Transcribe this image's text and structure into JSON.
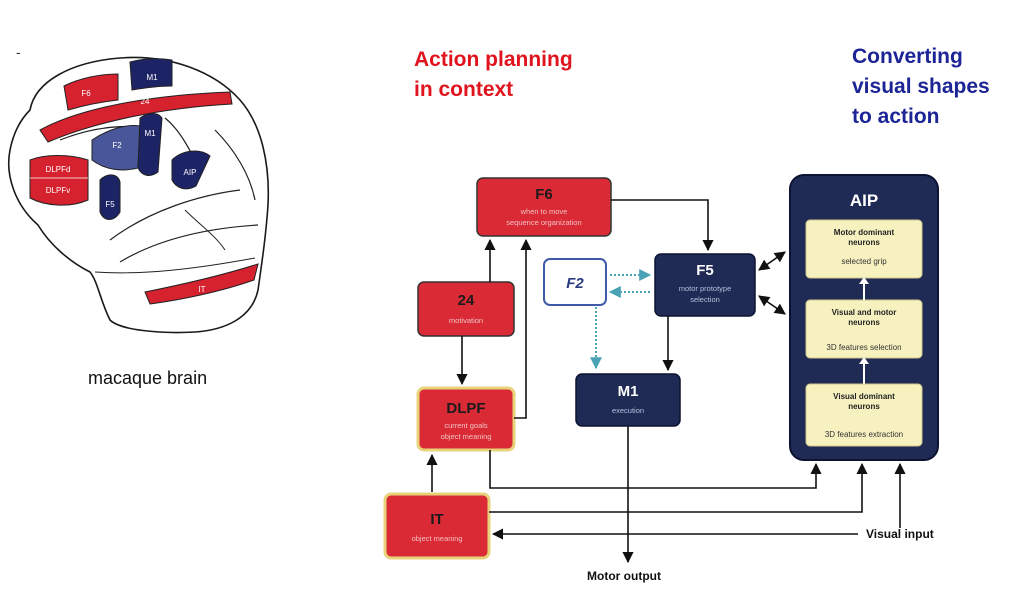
{
  "header": {
    "dash": "-",
    "left_title": [
      "Action planning",
      "in context"
    ],
    "right_title": [
      "Converting",
      "visual shapes",
      "to action"
    ],
    "brain_caption": "macaque brain"
  },
  "brain_labels": {
    "f6": "F6",
    "m1_top": "M1",
    "area24": "24",
    "m1": "M1",
    "f2": "F2",
    "dlpfd": "DLPFd",
    "dlpfv": "DLPFv",
    "aip": "AIP",
    "f5": "F5",
    "it": "IT"
  },
  "diagram": {
    "f6": {
      "title": "F6",
      "sub1": "when to move",
      "sub2": "sequence organization"
    },
    "a24": {
      "title": "24",
      "sub1": "motivation"
    },
    "dlpf": {
      "title": "DLPF",
      "sub1": "current goals",
      "sub2": "object meaning"
    },
    "it": {
      "title": "IT",
      "sub1": "object meaning"
    },
    "f2": {
      "title": "F2"
    },
    "f5": {
      "title": "F5",
      "sub1": "motor prototype",
      "sub2": "selection"
    },
    "m1": {
      "title": "M1",
      "sub1": "execution"
    },
    "aip": {
      "title": "AIP",
      "box1": {
        "line1": "Motor dominant",
        "line2": "neurons",
        "line3": "selected grip"
      },
      "box2": {
        "line1": "Visual and motor",
        "line2": "neurons",
        "line3": "3D features selection"
      },
      "box3": {
        "line1": "Visual dominant",
        "line2": "neurons",
        "line3": "3D features extraction"
      }
    },
    "motor_output": "Motor output",
    "visual_input": "Visual input"
  },
  "colors": {
    "red_box": "#d92a35",
    "navy_box": "#1f2a55",
    "yellow_box": "#f7f1c0",
    "brain_red": "#d6212f",
    "brain_navy": "#1d2466",
    "brain_blue": "#4a569a",
    "title_red": "#e0141e",
    "title_blue": "#1c2496"
  }
}
